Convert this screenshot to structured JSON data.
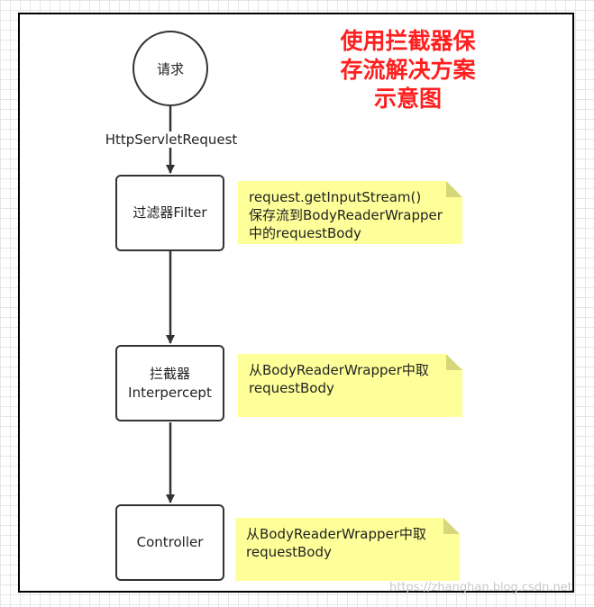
{
  "title": {
    "lines": [
      "使用拦截器保",
      "存流解决方案",
      "示意图"
    ],
    "color": "#ff1f1f"
  },
  "nodes": {
    "request": "请求",
    "filter": "过滤器Filter",
    "interceptor": {
      "line1": "拦截器",
      "line2": "Interpercept"
    },
    "controller": "Controller"
  },
  "edge_label": "HttpServletRequest",
  "notes": {
    "filter": [
      "request.getInputStream()",
      "保存流到BodyReaderWrapper",
      "中的requestBody"
    ],
    "interceptor": [
      "从BodyReaderWrapper中取",
      "requestBody"
    ],
    "controller": [
      "从BodyReaderWrapper中取",
      "requestBody"
    ],
    "color": "#ffff99"
  },
  "watermark": "https://zhanghan.blog.csdn.net"
}
